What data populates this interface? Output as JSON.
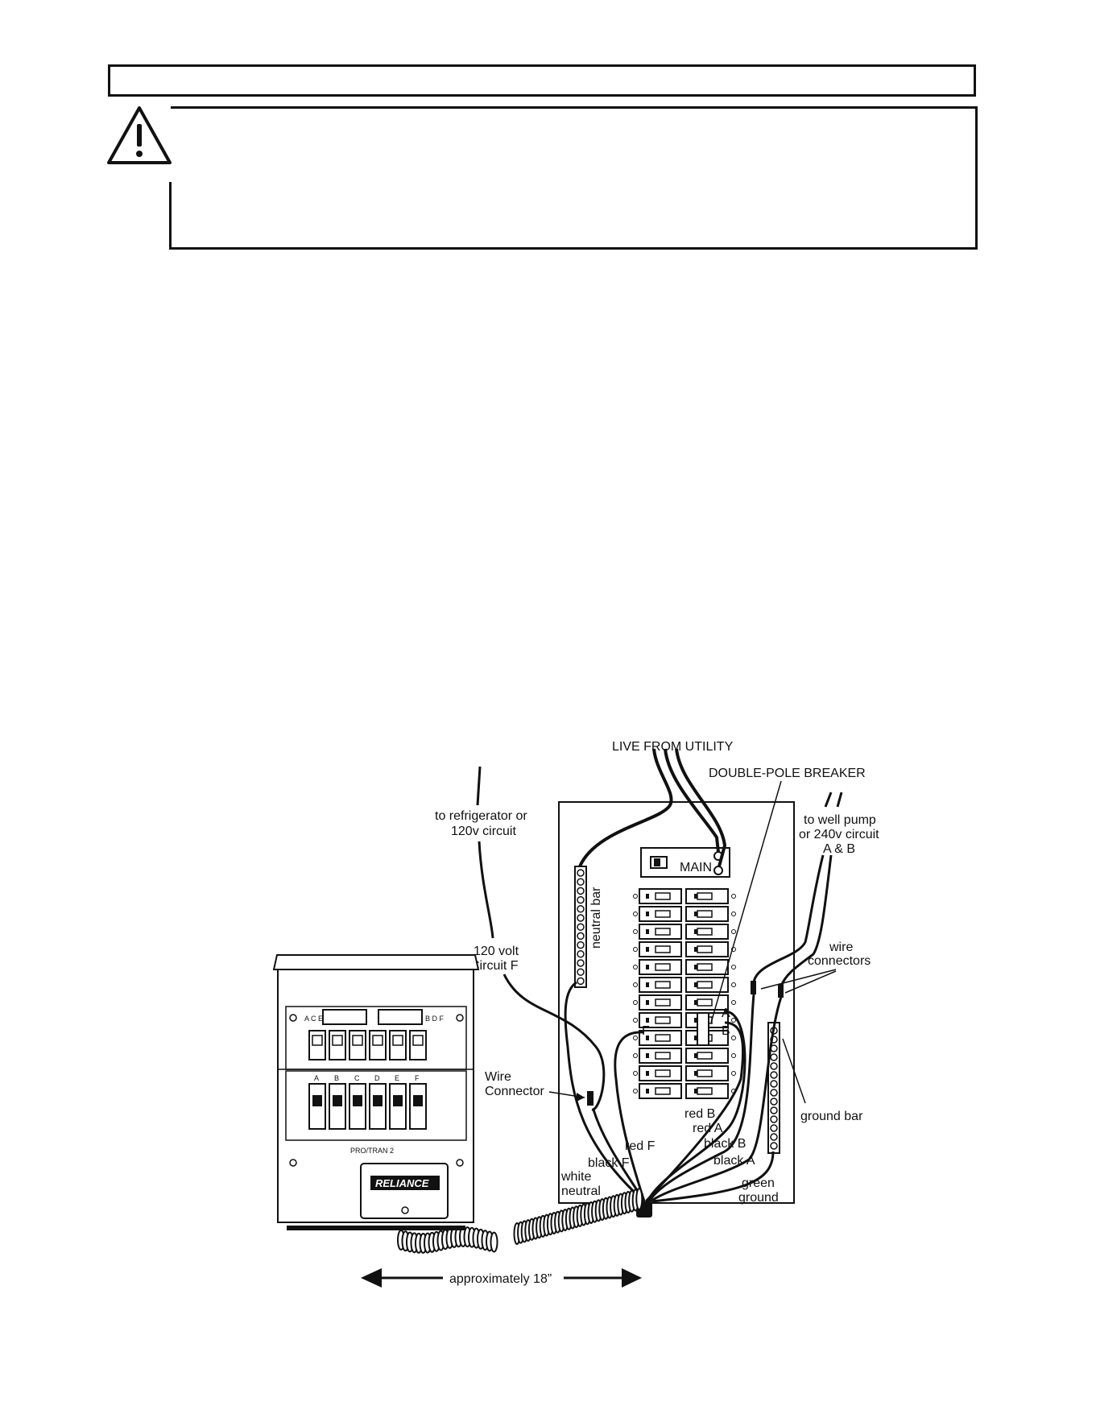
{
  "diagram": {
    "live_from_utility": "LIVE FROM UTILITY",
    "double_pole_breaker": "DOUBLE-POLE BREAKER",
    "to_refrigerator_1": "to refrigerator or",
    "to_refrigerator_2": "120v circuit",
    "to_well_pump_1": "to well pump",
    "to_well_pump_2": "or 240v circuit",
    "to_well_pump_3": "A & B",
    "main": "MAIN",
    "neutral_bar": "neutral bar",
    "circuit_f_1": "120 volt",
    "circuit_f_2": "Circuit F",
    "wire_connectors_1": "wire",
    "wire_connectors_2": "connectors",
    "wire_connector_1": "Wire",
    "wire_connector_2": "Connector",
    "breaker_a": "A",
    "breaker_b": "B",
    "breaker_f": "F",
    "ground_bar": "ground bar",
    "red_b": "red B",
    "red_a": "red A",
    "red_f": "red F",
    "black_b": "black B",
    "black_a": "black A",
    "black_f": "black F",
    "white_1": "white",
    "white_2": "neutral",
    "green_1": "green",
    "green_2": "ground",
    "approx": "approximately 18”",
    "switch_top_left": "A C E",
    "switch_top_right": "B D F",
    "switch_letters": [
      "A",
      "B",
      "C",
      "D",
      "E",
      "F"
    ],
    "brand": "RELIANCE",
    "model": "PRO/TRAN 2"
  }
}
